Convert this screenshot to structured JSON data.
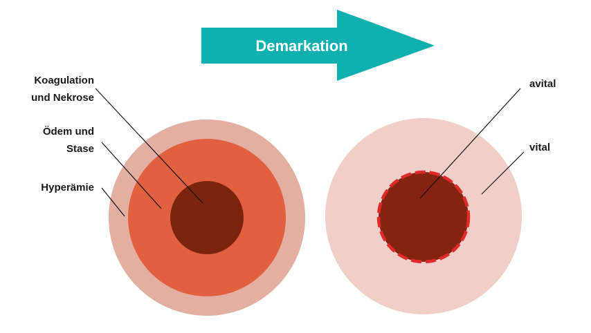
{
  "arrow": {
    "label": "Demarkation",
    "color": "#10B0B0"
  },
  "left_diagram": {
    "labels": {
      "coagulation_line1": "Koagulation",
      "coagulation_line2": "und Nekrose",
      "edema_line1": "Ödem und",
      "edema_line2": "Stase",
      "hyperemia": "Hyperämie"
    },
    "colors": {
      "outer_ring": "#E2AFA2",
      "middle_ring": "#E06040",
      "core": "#7A2410"
    }
  },
  "right_diagram": {
    "labels": {
      "avital": "avital",
      "vital": "vital"
    },
    "colors": {
      "outer": "#F2CEC8",
      "core": "#852313",
      "demarcation_border": "#E02A2A"
    }
  }
}
